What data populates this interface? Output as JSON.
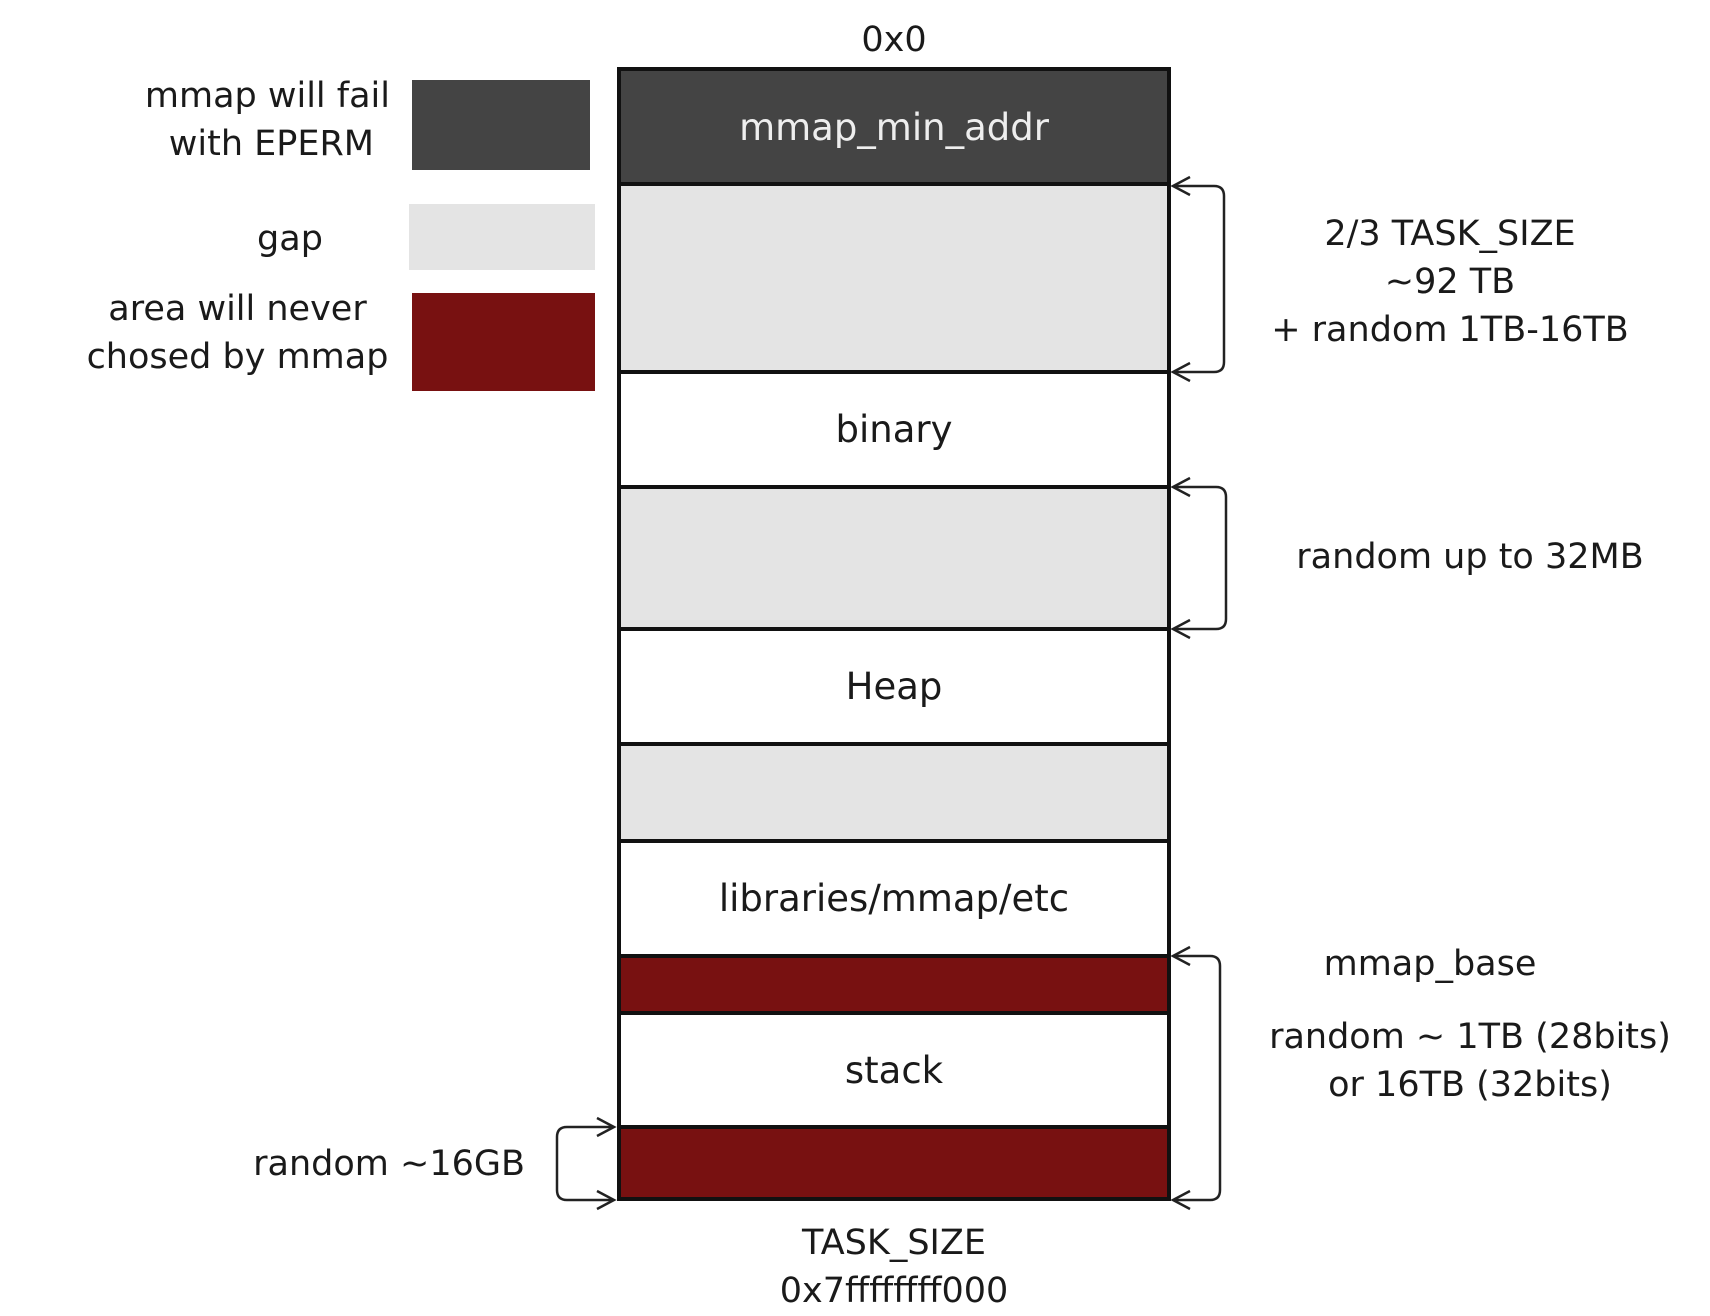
{
  "top_address": "0x0",
  "legend": {
    "eperm": [
      "mmap will fail",
      "with EPERM"
    ],
    "gap": "gap",
    "never": [
      "area will never",
      "chosed by mmap"
    ]
  },
  "segments": {
    "mmap_min_addr": "mmap_min_addr",
    "binary": "binary",
    "heap": "Heap",
    "libraries": "libraries/mmap/etc",
    "stack": "stack"
  },
  "annotations": {
    "task_size_gap": [
      "2/3 TASK_SIZE",
      "~92 TB",
      "+ random 1TB-16TB"
    ],
    "binary_gap": "random up to 32MB",
    "mmap_base": "mmap_base",
    "mmap_random": [
      "random ~ 1TB (28bits)",
      "or 16TB (32bits)"
    ],
    "stack_random": "random ~16GB"
  },
  "bottom_address": [
    "TASK_SIZE",
    "0x7ffffffff000"
  ],
  "colors": {
    "eperm": "#444444",
    "gap": "#e4e4e4",
    "never": "#781111",
    "free": "#ffffff"
  }
}
